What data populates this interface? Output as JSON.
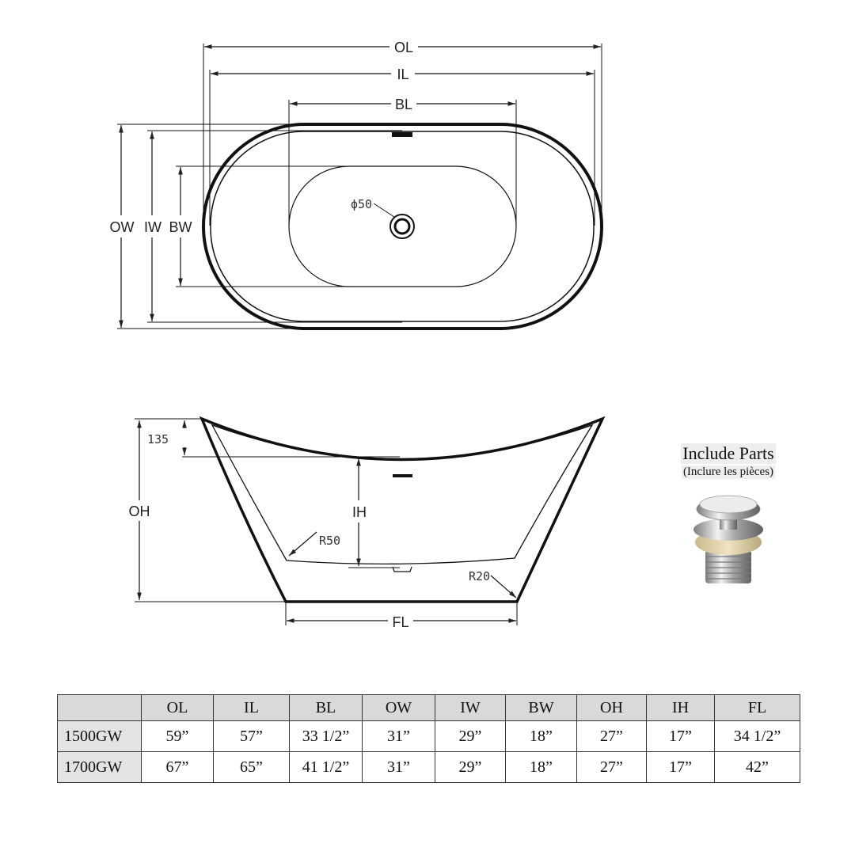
{
  "top_view": {
    "labels": {
      "ol": "OL",
      "il": "IL",
      "bl": "BL",
      "ow": "OW",
      "iw": "IW",
      "bw": "BW",
      "drain": "ϕ50"
    }
  },
  "side_view": {
    "labels": {
      "rim": "135",
      "oh": "OH",
      "ih": "IH",
      "r50": "R50",
      "r20": "R20",
      "fl": "FL"
    }
  },
  "parts": {
    "title": "Include Parts",
    "subtitle": "(Inclure les pièces)",
    "image_icon": "pop-up-drain-icon"
  },
  "table": {
    "headers": [
      "",
      "OL",
      "IL",
      "BL",
      "OW",
      "IW",
      "BW",
      "OH",
      "IH",
      "FL"
    ],
    "rows": [
      {
        "model": "1500GW",
        "values": [
          "59”",
          "57”",
          "33 1/2”",
          "31”",
          "29”",
          "18”",
          "27”",
          "17”",
          "34 1/2”"
        ]
      },
      {
        "model": "1700GW",
        "values": [
          "67”",
          "65”",
          "41 1/2”",
          "31”",
          "29”",
          "18”",
          "27”",
          "17”",
          "42”"
        ]
      }
    ]
  }
}
